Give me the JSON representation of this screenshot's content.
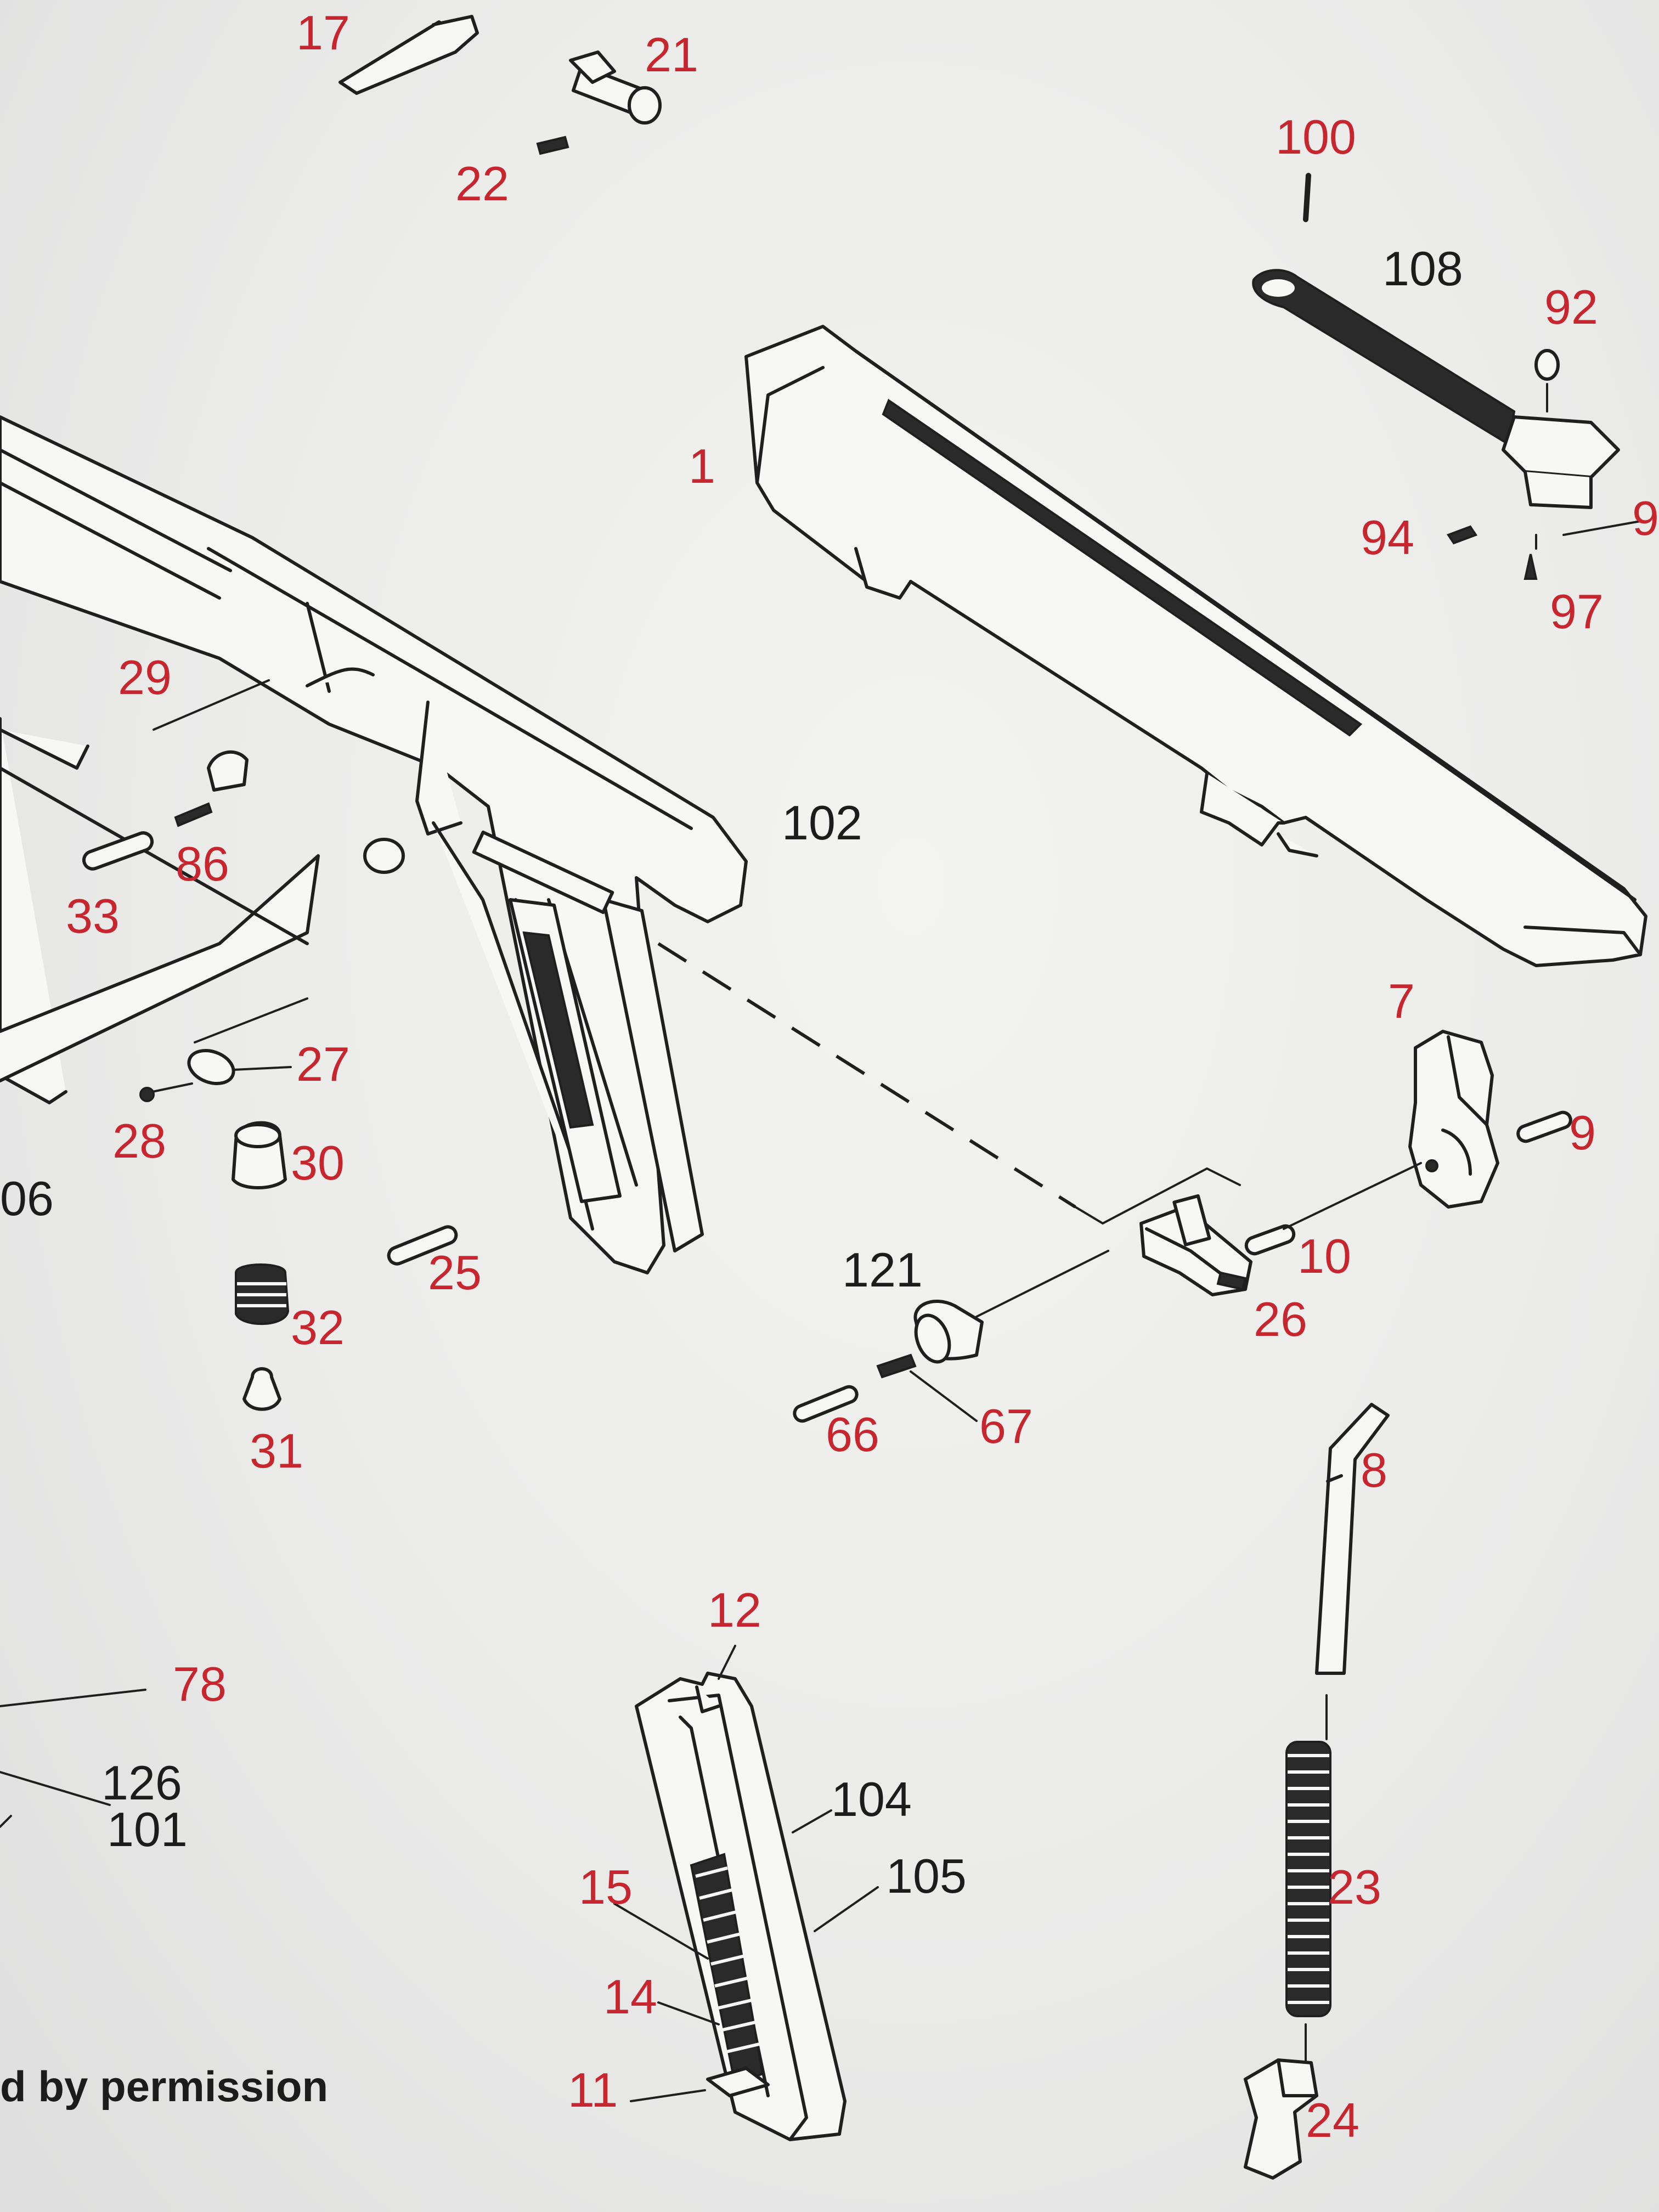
{
  "labels": {
    "l17": "17",
    "l21": "21",
    "l22": "22",
    "l100": "100",
    "l108": "108",
    "l92": "92",
    "l1": "1",
    "l94": "94",
    "l9a": "9",
    "l97": "97",
    "l29": "29",
    "l86": "86",
    "l33": "33",
    "l102": "102",
    "l7": "7",
    "l27": "27",
    "l9": "9",
    "l28": "28",
    "l30": "30",
    "l06": "06",
    "l10": "10",
    "l25": "25",
    "l121": "121",
    "l26": "26",
    "l32": "32",
    "l66": "66",
    "l67": "67",
    "l31": "31",
    "l8": "8",
    "l12": "12",
    "l78": "78",
    "l126": "126",
    "l101": "101",
    "l104": "104",
    "l105": "105",
    "l15": "15",
    "l23": "23",
    "l14": "14",
    "l11": "11",
    "l24": "24"
  },
  "credit": "d by permission",
  "colors": {
    "red_label": "#c8262e",
    "black_label": "#1c1c1c",
    "line": "#1f1f1f",
    "paper": "#efefed"
  }
}
